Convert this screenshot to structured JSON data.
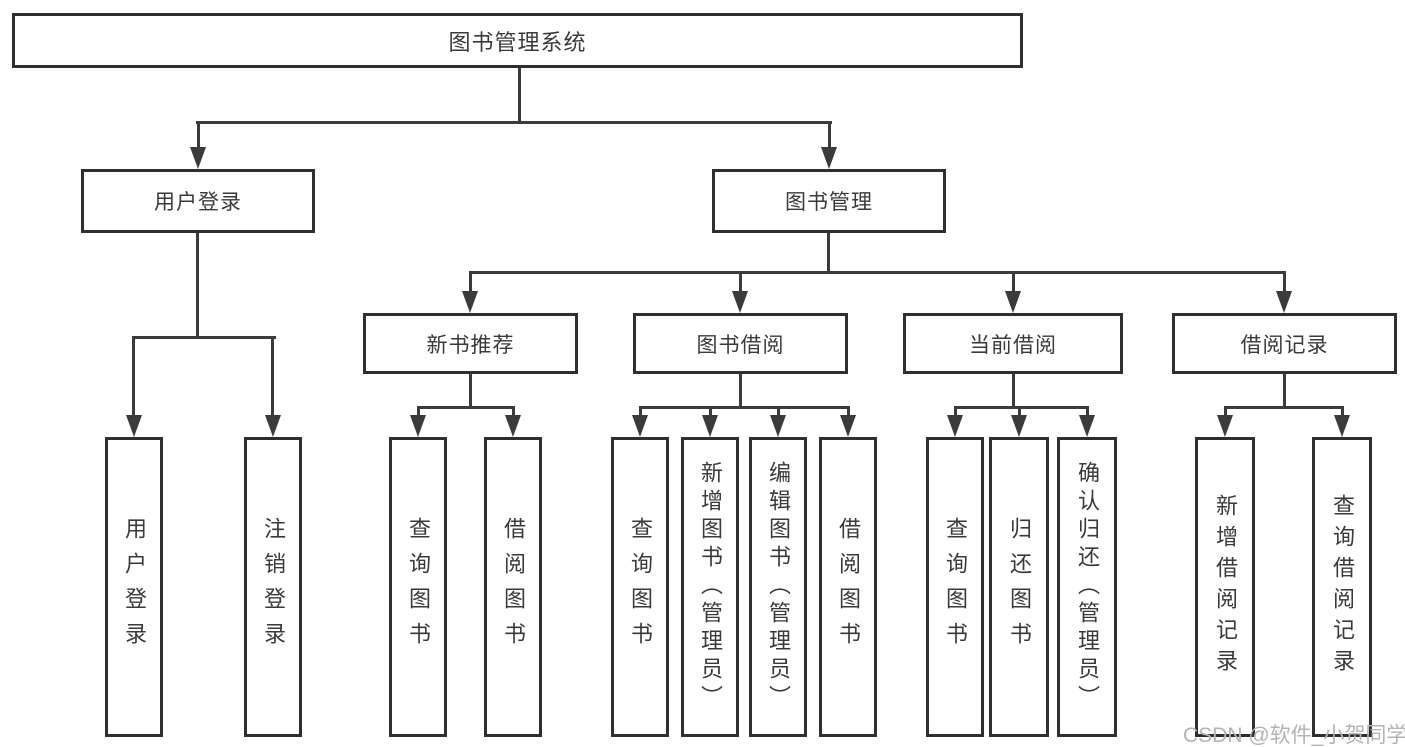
{
  "diagram": {
    "root_label": "图书管理系统",
    "branches": {
      "user_login": {
        "label": "用户登录",
        "children": [
          "用户登录",
          "注销登录"
        ]
      },
      "book_mgmt": {
        "label": "图书管理"
      }
    },
    "modules": [
      {
        "label": "新书推荐",
        "children": [
          "查询图书",
          "借阅图书"
        ]
      },
      {
        "label": "图书借阅",
        "children": [
          "查询图书",
          "新增图书（管理员）",
          "编辑图书（管理员）",
          "借阅图书"
        ]
      },
      {
        "label": "当前借阅",
        "children": [
          "查询图书",
          "归还图书",
          "确认归还（管理员）"
        ]
      },
      {
        "label": "借阅记录",
        "children": [
          "新增借阅记录",
          "查询借阅记录"
        ]
      }
    ],
    "watermark": "CSDN @软件_小贺同学",
    "colors": {
      "line": "#3b3b3b",
      "box_border": "#2f2f2f",
      "box_fill": "#ffffff",
      "text": "#3a3a3a",
      "watermark": "#b3b3b3"
    }
  }
}
